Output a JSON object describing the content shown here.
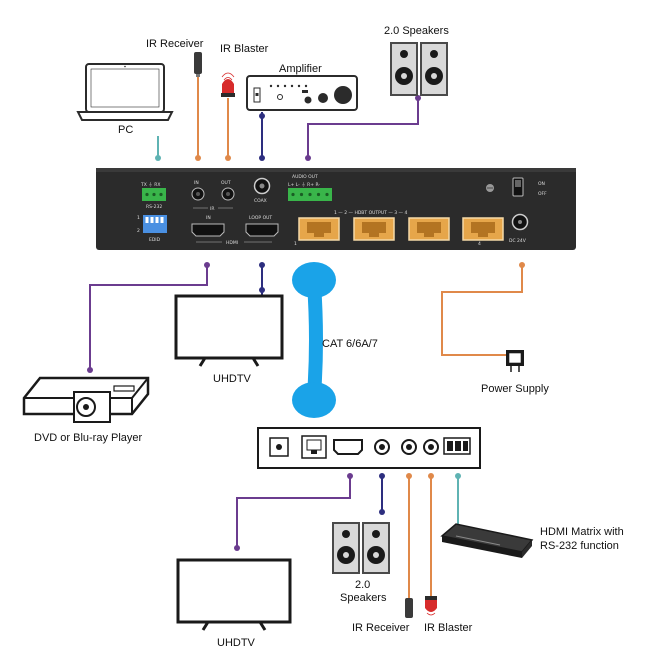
{
  "labels": {
    "ir_receiver_top": "IR Receiver",
    "ir_blaster_top": "IR Blaster",
    "amplifier": "Amplifier",
    "speakers_top": "2.0 Speakers",
    "pc": "PC",
    "uhdtv_top": "UHDTV",
    "cat": "CAT 6/6A/7",
    "dvd": "DVD or Blu-ray Player",
    "power_supply": "Power Supply",
    "matrix_line1": "HDMI Matrix with",
    "matrix_line2": "RS-232 function",
    "speakers_bottom_line1": "2.0",
    "speakers_bottom_line2": "Speakers",
    "uhdtv_bottom": "UHDTV",
    "ir_receiver_bottom": "IR Receiver",
    "ir_blaster_bottom": "IR Blaster"
  },
  "panel": {
    "rs232_pins": "TX ⏚ RX",
    "rs232": "RS-232",
    "ir_in": "IN",
    "ir_out": "OUT",
    "ir": "IR",
    "edid_1": "1",
    "edid_2": "2",
    "edid": "EDID",
    "hdmi_in": "IN",
    "hdmi_loop": "LOOP OUT",
    "hdmi": "HDMI",
    "coax": "COAX",
    "audio_out": "AUDIO OUT",
    "audio_pins": "L+ L-  ⏚ R+ R-",
    "hdbt_output": "1 — 2 — HDBT OUTPUT — 3 — 4",
    "port_1": "1",
    "port_4": "4",
    "power_on": "ON",
    "power_off": "OFF",
    "dc": "DC 24V"
  },
  "colors": {
    "teal": "#5fb3b3",
    "orange": "#e0894a",
    "navy": "#2d2e7f",
    "purple": "#6b3c8f",
    "cat_cable": "#1aa3e8",
    "device": "#2b2b2b",
    "rj45": "#e6a64a",
    "terminal_green": "#39b54a",
    "edid_blue": "#4a90e2"
  },
  "icons": [
    "laptop-icon",
    "ir-receiver-icon",
    "ir-blaster-icon",
    "amplifier-icon",
    "speaker-icon",
    "tv-icon",
    "dvd-player-icon",
    "power-adapter-icon",
    "hdmi-matrix-icon"
  ]
}
